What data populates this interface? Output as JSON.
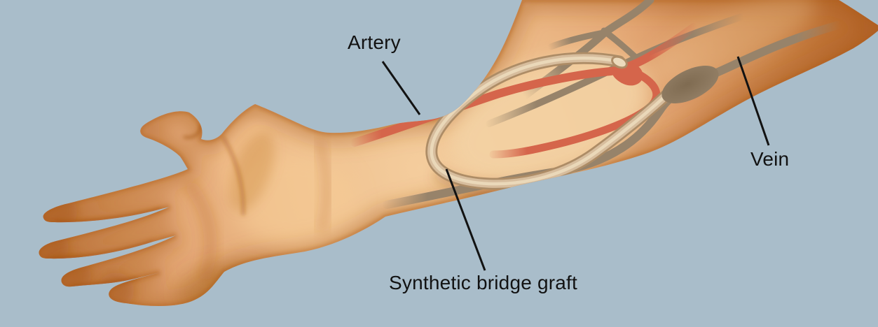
{
  "figure": {
    "type": "medical-illustration",
    "labels": {
      "artery": "Artery",
      "vein": "Vein",
      "graft": "Synthetic bridge graft"
    },
    "colors": {
      "background": "#a9bdca",
      "leader_line": "#121212",
      "label_text": "#121212",
      "skin_highlight": "#f4cd9d",
      "skin_light": "#eebd8b",
      "skin_mid": "#e2a471",
      "skin_deep": "#d08a4d",
      "skin_edge": "#bd6f2f",
      "window": "#f3d2a4",
      "artery": "#d5654b",
      "vein": "#97836a",
      "vein_dark": "#7f6b51",
      "graft_edge": "#ad8c66",
      "graft_body": "#d7bd9d",
      "graft_highlight": "#ecdabc"
    }
  }
}
